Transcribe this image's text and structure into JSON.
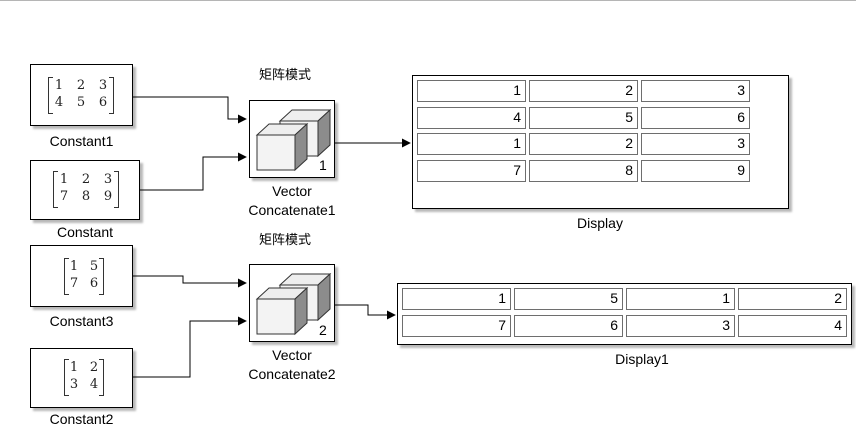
{
  "annotations": {
    "matrix_mode_top": "矩阵模式",
    "matrix_mode_bottom": "矩阵模式"
  },
  "constant1": {
    "name": "Constant1",
    "rows": [
      [
        "1",
        "2",
        "3"
      ],
      [
        "4",
        "5",
        "6"
      ]
    ]
  },
  "constant": {
    "name": "Constant",
    "rows": [
      [
        "1",
        "2",
        "3"
      ],
      [
        "7",
        "8",
        "9"
      ]
    ]
  },
  "constant3": {
    "name": "Constant3",
    "rows": [
      [
        "1",
        "5"
      ],
      [
        "7",
        "6"
      ]
    ]
  },
  "constant2": {
    "name": "Constant2",
    "rows": [
      [
        "1",
        "2"
      ],
      [
        "3",
        "4"
      ]
    ]
  },
  "concat1": {
    "name_line1": "Vector",
    "name_line2": "Concatenate1",
    "dim": "1"
  },
  "concat2": {
    "name_line1": "Vector",
    "name_line2": "Concatenate2",
    "dim": "2"
  },
  "display": {
    "name": "Display",
    "values": [
      [
        "1",
        "2",
        "3"
      ],
      [
        "4",
        "5",
        "6"
      ],
      [
        "1",
        "2",
        "3"
      ],
      [
        "7",
        "8",
        "9"
      ]
    ]
  },
  "display1": {
    "name": "Display1",
    "values": [
      [
        "1",
        "5",
        "1",
        "2"
      ],
      [
        "7",
        "6",
        "3",
        "4"
      ]
    ]
  }
}
